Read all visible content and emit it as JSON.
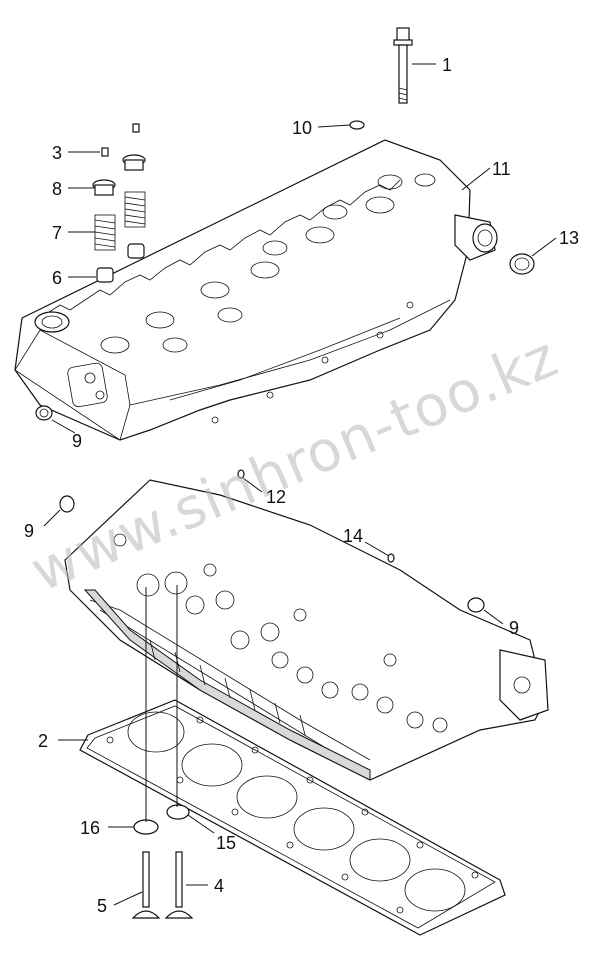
{
  "watermark": "www.sinhron-too.kz",
  "callouts": [
    "1",
    "2",
    "3",
    "4",
    "5",
    "6",
    "7",
    "8",
    "9",
    "9",
    "9",
    "10",
    "11",
    "12",
    "13",
    "14",
    "15",
    "16"
  ]
}
